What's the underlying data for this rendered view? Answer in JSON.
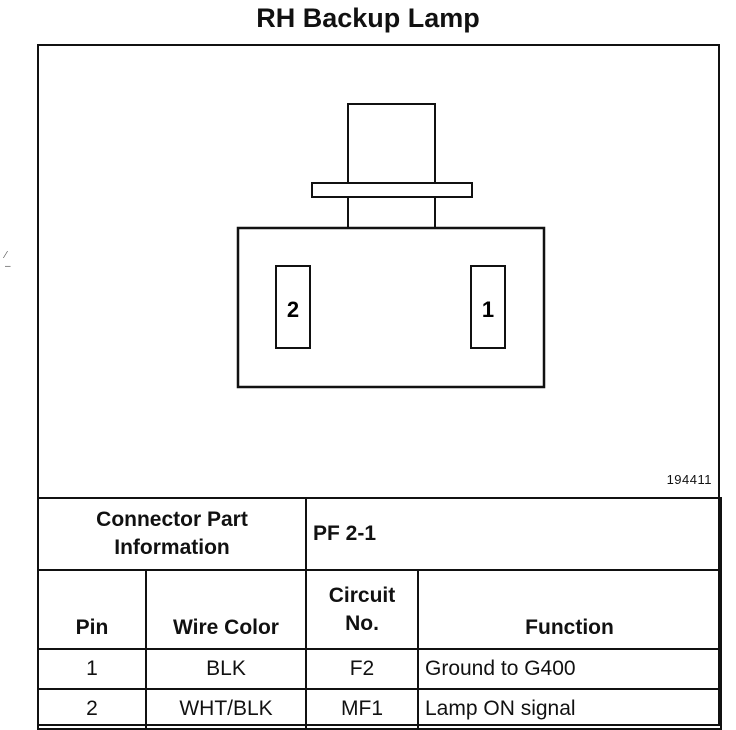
{
  "title": "RH Backup Lamp",
  "figure_number": "194411",
  "connector": {
    "pins": [
      {
        "label": "2"
      },
      {
        "label": "1"
      }
    ]
  },
  "part_info": {
    "label_line1": "Connector Part",
    "label_line2": "Information",
    "value": "PF 2-1"
  },
  "table": {
    "headers": {
      "pin": "Pin",
      "wire_color": "Wire Color",
      "circuit_line1": "Circuit",
      "circuit_line2": "No.",
      "function": "Function"
    },
    "rows": [
      {
        "pin": "1",
        "wire_color": "BLK",
        "circuit": "F2",
        "function": "Ground to G400"
      },
      {
        "pin": "2",
        "wire_color": "WHT/BLK",
        "circuit": "MF1",
        "function": "Lamp ON signal"
      }
    ]
  }
}
